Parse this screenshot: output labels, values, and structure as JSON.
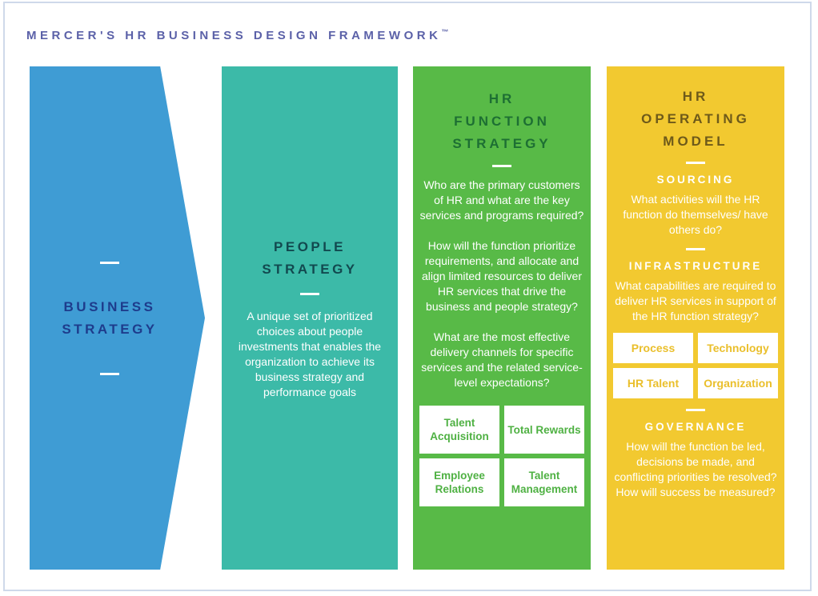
{
  "page": {
    "title": "MERCER'S HR BUSINESS DESIGN FRAMEWORK",
    "trademark": "™"
  },
  "colors": {
    "frame_border": "#cfd9ea",
    "page_title": "#5b61a8",
    "business_fill": "#3f9cd4",
    "business_title": "#1e3c8c",
    "people_fill": "#3cbaa8",
    "people_title": "#12494f",
    "function_fill": "#58ba47",
    "function_title": "#1d6f33",
    "function_box_text": "#4fb143",
    "operating_fill": "#f2c930",
    "operating_title": "#6e5a1a",
    "operating_box_text": "#eabf2b",
    "body_text": "#ffffff"
  },
  "columns": {
    "business": {
      "title_lines": [
        "BUSINESS",
        "STRATEGY"
      ]
    },
    "people": {
      "title_lines": [
        "PEOPLE",
        "STRATEGY"
      ],
      "description": "A unique set of prioritized choices about people investments that enables the organization to achieve its business strategy and performance goals"
    },
    "hr_function": {
      "title_lines": [
        "HR",
        "FUNCTION",
        "STRATEGY"
      ],
      "questions": [
        "Who are the primary customers of HR and what are the key services and programs required?",
        "How will the function prioritize requirements, and allocate and align limited resources to deliver HR services that drive the business and people strategy?",
        "What are the most effective delivery channels for specific services and the related service-level expectations?"
      ],
      "boxes": [
        "Talent Acquisition",
        "Total Rewards",
        "Employee Relations",
        "Talent Management"
      ]
    },
    "hr_operating": {
      "title_lines": [
        "HR",
        "OPERATING",
        "MODEL"
      ],
      "sourcing": {
        "heading": "SOURCING",
        "question": "What activities will the HR function do themselves/ have others do?"
      },
      "infrastructure": {
        "heading": "INFRASTRUCTURE",
        "question": "What capabilities are required to deliver HR services in support of the HR function strategy?"
      },
      "boxes": [
        "Process",
        "Technology",
        "HR Talent",
        "Organization"
      ],
      "governance": {
        "heading": "GOVERNANCE",
        "questions": [
          "How will the function be led, decisions be made, and conflicting priorities be resolved?",
          "How will success be measured?"
        ]
      }
    }
  }
}
